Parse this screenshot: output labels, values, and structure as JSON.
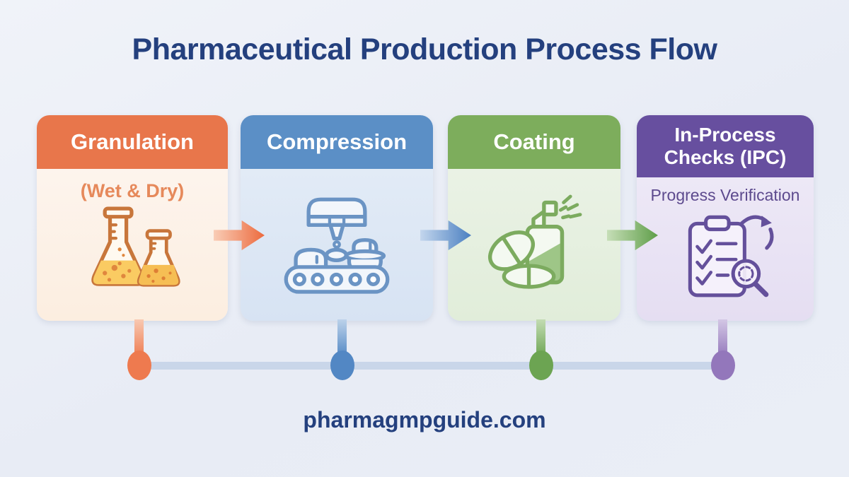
{
  "title": "Pharmaceutical Production Process Flow",
  "title_color": "#24407E",
  "footer": {
    "site": "pharmagmpguide.com",
    "color": "#24407E"
  },
  "steps": [
    {
      "label": "Granulation",
      "subtitle": "(Wet & Dry)",
      "icon": "flasks-icon",
      "colors": {
        "header": "#E8764B",
        "body_top": "#FDF4ED",
        "body_bottom": "#FCEEE0",
        "subtitle": "#E6895B",
        "icon_stroke": "#C8763B"
      }
    },
    {
      "label": "Compression",
      "icon": "tablet-press-conveyor-icon",
      "colors": {
        "header": "#5B8FC6",
        "body_top": "#E2EBF6",
        "body_bottom": "#D7E3F3",
        "icon_stroke": "#6B94C4"
      }
    },
    {
      "label": "Coating",
      "icon": "spray-can-tablets-icon",
      "colors": {
        "header": "#7DAD5C",
        "body_top": "#EAF2E5",
        "body_bottom": "#E1EDDA",
        "icon_stroke": "#7CAB5F"
      }
    },
    {
      "label": "In-Process Checks (IPC)",
      "subtitle": "Progress Verification",
      "icon": "clipboard-checklist-magnifier-icon",
      "colors": {
        "header": "#674F9F",
        "body_top": "#EDE8F6",
        "body_bottom": "#E5DEF2",
        "subtitle": "#5D4A8E",
        "icon_stroke": "#64509B"
      }
    }
  ],
  "arrows": [
    {
      "name": "granulation-to-compression",
      "from": "#F9CDB6",
      "to": "#EC6A3E"
    },
    {
      "name": "compression-to-coating",
      "from": "#C3D6ED",
      "to": "#4B80C1"
    },
    {
      "name": "coating-to-ipc",
      "from": "#C6DEB7",
      "to": "#5F9E49"
    }
  ],
  "timeline": {
    "bar_color": "#C9D6E9",
    "nodes": [
      {
        "step": "Granulation",
        "color": "#EE7A4F",
        "color_light": "#F8C9B2"
      },
      {
        "step": "Compression",
        "color": "#5287C4",
        "color_light": "#BCD2EA"
      },
      {
        "step": "Coating",
        "color": "#6CA452",
        "color_light": "#C3DCB3"
      },
      {
        "step": "In-Process Checks (IPC)",
        "color": "#9377BB",
        "color_light": "#D3C7E5"
      }
    ]
  }
}
